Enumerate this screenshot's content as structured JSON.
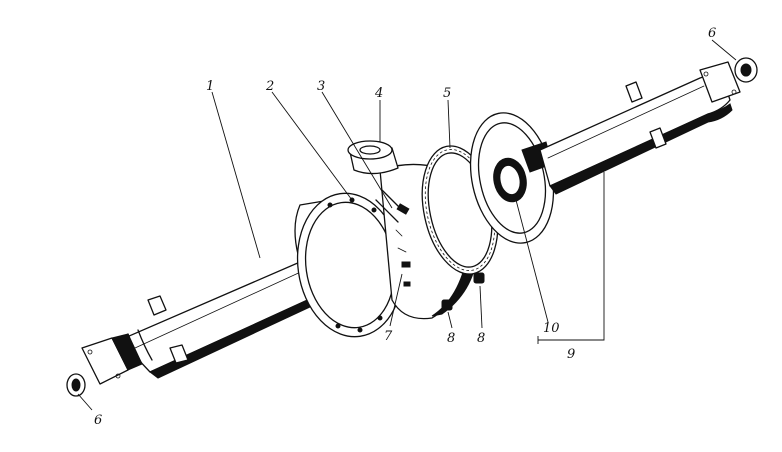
{
  "diagram": {
    "callouts": [
      {
        "id": "c1",
        "text": "1"
      },
      {
        "id": "c2",
        "text": "2"
      },
      {
        "id": "c3",
        "text": "3"
      },
      {
        "id": "c4",
        "text": "4"
      },
      {
        "id": "c5",
        "text": "5"
      },
      {
        "id": "c6a",
        "text": "6"
      },
      {
        "id": "c6b",
        "text": "6"
      },
      {
        "id": "c7",
        "text": "7"
      },
      {
        "id": "c8a",
        "text": "8"
      },
      {
        "id": "c8b",
        "text": "8"
      },
      {
        "id": "c9",
        "text": "9"
      },
      {
        "id": "c10",
        "text": "10"
      }
    ]
  }
}
